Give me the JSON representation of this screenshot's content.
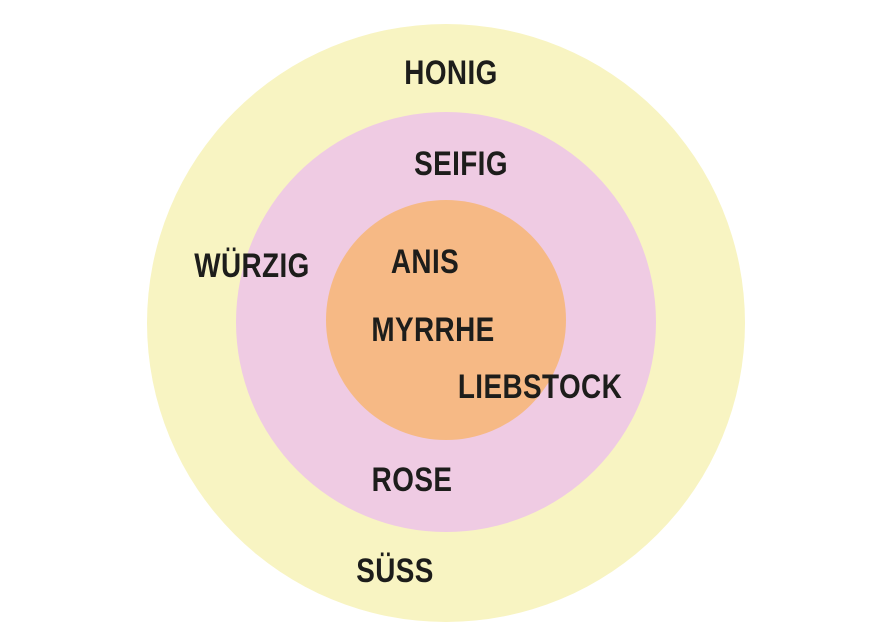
{
  "colors": {
    "outer": "#f8f4c2",
    "middle": "#efcbe3",
    "inner": "#f6b985",
    "text": "#1d1d1b"
  },
  "rings": {
    "outer": {
      "labels": {
        "honig": "HONIG",
        "wuerzig": "WÜRZIG",
        "suess": "SÜSS"
      }
    },
    "middle": {
      "labels": {
        "seifig": "SEIFIG",
        "rose": "ROSE",
        "liebstock": "LIEBSTOCK"
      }
    },
    "inner": {
      "labels": {
        "anis": "ANIS",
        "myrrhe": "MYRRHE"
      }
    }
  }
}
